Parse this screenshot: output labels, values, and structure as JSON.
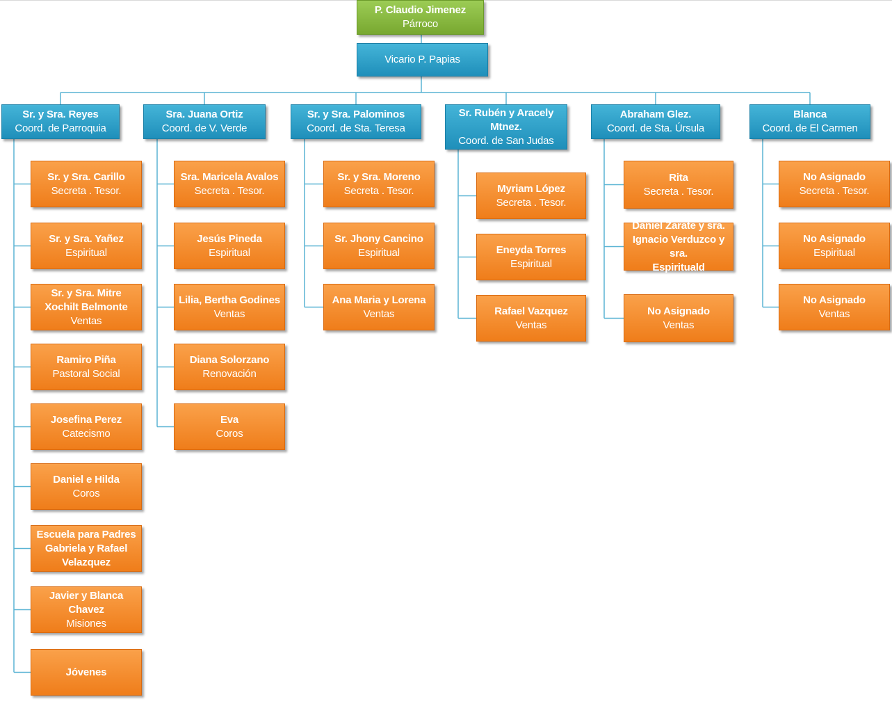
{
  "top": {
    "name": "P. Claudio Jimenez",
    "role": "Párroco"
  },
  "vicar": {
    "name": "Vicario P. Papias"
  },
  "coordinators": [
    {
      "name": "Sr. y Sra. Reyes",
      "role": "Coord. de Parroquia",
      "members": [
        {
          "lines": [
            "Sr. y Sra.  Carillo"
          ],
          "role": "Secreta . Tesor."
        },
        {
          "lines": [
            "Sr. y Sra. Yañez"
          ],
          "role": "Espiritual"
        },
        {
          "lines": [
            "Sr. y Sra. Mitre",
            "Xochilt Belmonte"
          ],
          "role": "Ventas"
        },
        {
          "lines": [
            "Ramiro Piña"
          ],
          "role": "Pastoral Social"
        },
        {
          "lines": [
            "Josefina Perez"
          ],
          "role": "Catecismo"
        },
        {
          "lines": [
            "Daniel e Hilda"
          ],
          "role": "Coros"
        },
        {
          "lines": [
            "Escuela para Padres",
            "Gabriela y Rafael Velazquez"
          ],
          "role": ""
        },
        {
          "lines": [
            "Javier y Blanca Chavez"
          ],
          "role": "Misiones"
        },
        {
          "lines": [
            "Jóvenes"
          ],
          "role": ""
        }
      ]
    },
    {
      "name": "Sra. Juana Ortiz",
      "role": "Coord. de V.  Verde",
      "members": [
        {
          "lines": [
            "Sra. Maricela  Avalos"
          ],
          "role": "Secreta . Tesor."
        },
        {
          "lines": [
            "Jesús Pineda"
          ],
          "role": "Espiritual"
        },
        {
          "lines": [
            "Lilia, Bertha Godines"
          ],
          "role": "Ventas"
        },
        {
          "lines": [
            "Diana Solorzano"
          ],
          "role": "Renovación"
        },
        {
          "lines": [
            "Eva"
          ],
          "role": "Coros"
        }
      ]
    },
    {
      "name": "Sr. y  Sra. Palominos",
      "role": "Coord. de  Sta.  Teresa",
      "members": [
        {
          "lines": [
            "Sr. y Sra.  Moreno"
          ],
          "role": "Secreta . Tesor."
        },
        {
          "lines": [
            "Sr. Jhony Cancino"
          ],
          "role": "Espiritual"
        },
        {
          "lines": [
            "Ana Maria y Lorena"
          ],
          "role": "Ventas"
        }
      ]
    },
    {
      "name": "Sr.  Rubén y Aracely Mtnez.",
      "role": "Coord. de  San Judas",
      "members": [
        {
          "lines": [
            "Myriam López"
          ],
          "role": "Secreta . Tesor."
        },
        {
          "lines": [
            "Eneyda Torres"
          ],
          "role": "Espiritual"
        },
        {
          "lines": [
            "Rafael Vazquez"
          ],
          "role": "Ventas"
        }
      ]
    },
    {
      "name": "Abraham Glez.",
      "role": "Coord. de  Sta.  Úrsula",
      "members": [
        {
          "lines": [
            "Rita"
          ],
          "role": "Secreta . Tesor."
        },
        {
          "lines": [
            "Daniel Zarate y sra.",
            "Ignacio Verduzco y sra.",
            "Espirituald"
          ],
          "role": ""
        },
        {
          "lines": [
            "No Asignado"
          ],
          "role": "Ventas"
        }
      ]
    },
    {
      "name": "Blanca",
      "role": "Coord. de  El Carmen",
      "members": [
        {
          "lines": [
            "No Asignado"
          ],
          "role": "Secreta . Tesor."
        },
        {
          "lines": [
            "No Asignado"
          ],
          "role": "Espiritual"
        },
        {
          "lines": [
            "No Asignado"
          ],
          "role": "Ventas"
        }
      ]
    }
  ],
  "colors": {
    "top": "#8dc045",
    "coordinator": "#2aa1cc",
    "member": "#f58a2a",
    "connector": "#5ab4d4"
  }
}
